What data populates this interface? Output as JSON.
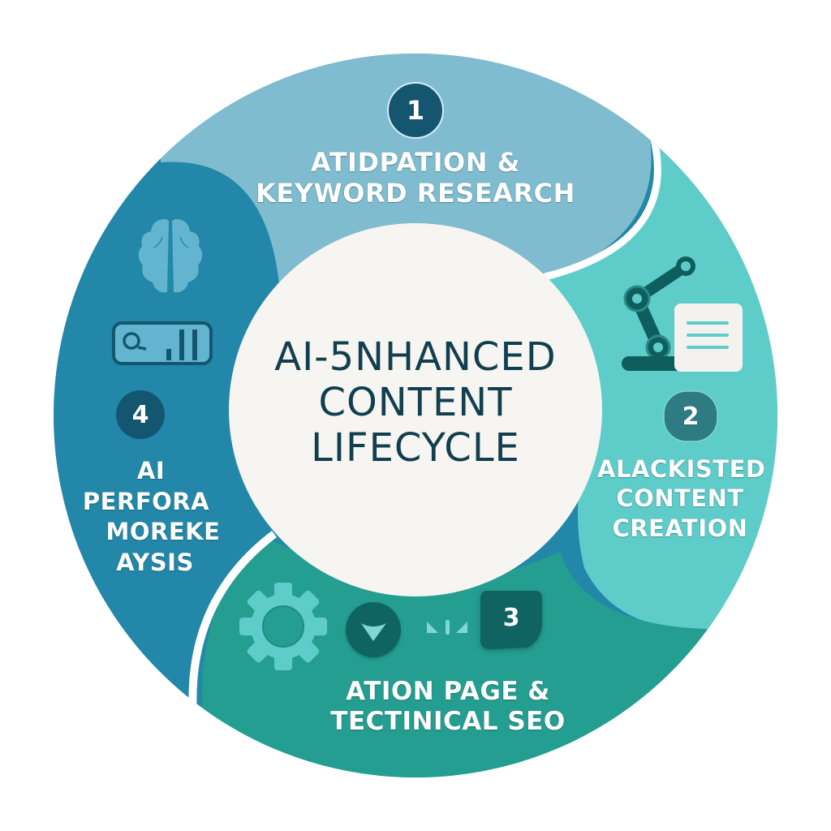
{
  "diagram": {
    "type": "cycle",
    "center": {
      "title_lines": [
        "AI-5NHANCED",
        "CONTENT",
        "LIFECYCLE"
      ]
    },
    "colors": {
      "segment1": "#80bccf",
      "segment2": "#5ecdca",
      "segment3": "#249e90",
      "segment4": "#2287a8",
      "center_fill": "#f6f5f1",
      "badge_dark": "#14566f",
      "badge2": "#2e7b84",
      "badge3": "#0f6461",
      "title_text": "#123f4f",
      "icon_dark": "#0f5e5e",
      "icon_light": "#5ecdca"
    },
    "stages": [
      {
        "number": "1",
        "title_lines": [
          "ATIDPATION &",
          "KEYWORD RESEARCH"
        ],
        "icons": []
      },
      {
        "number": "2",
        "title_lines": [
          "ALACKISTED",
          "CONTENT",
          "CREATION"
        ],
        "icons": [
          "robot-arm-icon",
          "document-icon"
        ]
      },
      {
        "number": "3",
        "title_lines": [
          "ATION  PAGE &",
          "TECTINICAL SEO"
        ],
        "icons": [
          "gear-icon",
          "checkmark-icon",
          "triangles-icon"
        ]
      },
      {
        "number": "4",
        "title_lines": [
          "AI",
          "PERFORA",
          "MOREKE",
          "AYSIS"
        ],
        "icons": [
          "brain-icon",
          "search-analytics-icon"
        ]
      }
    ]
  }
}
